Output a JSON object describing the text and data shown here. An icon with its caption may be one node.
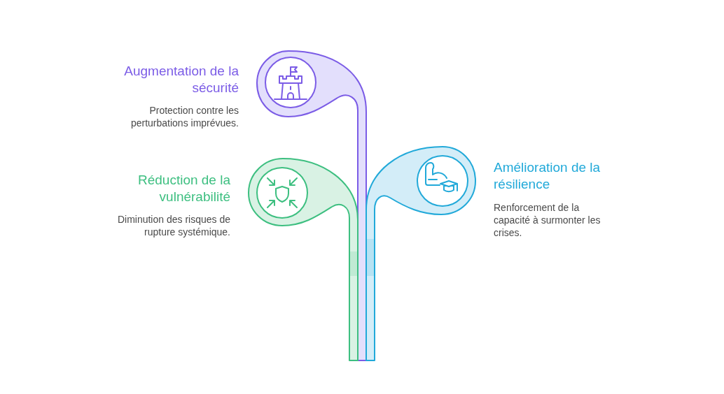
{
  "diagram": {
    "labels": [
      "Augmentation de la sécurité",
      "Protection contre les perturbations imprévues.",
      "Réduction de la vulnérabilité",
      "Diminution des risques de rupture systémique.",
      "Amélioration de la résilience",
      "Renforcement de la capacité à surmonter les crises."
    ]
  }
}
